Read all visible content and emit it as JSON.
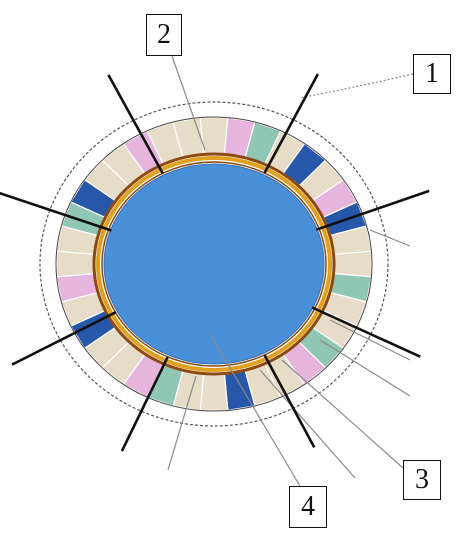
{
  "callouts": [
    {
      "id": "1",
      "label": "1"
    },
    {
      "id": "2",
      "label": "2"
    },
    {
      "id": "3",
      "label": "3"
    },
    {
      "id": "4",
      "label": "4"
    }
  ],
  "colors": {
    "core": "#4a90d9",
    "core_border": "#3a6fb0",
    "ring_gold": "#d89a1c",
    "ring_gold_dark": "#8a4a10",
    "segment_beige": "#e6dcc8",
    "segment_blue": "#2657a8",
    "segment_teal": "#8fc6b4",
    "segment_pink": "#e6b4dc",
    "outline": "#444444",
    "leader": "#888888",
    "spoke": "#111111"
  },
  "segment_pattern": [
    "beige",
    "pink",
    "teal",
    "beige",
    "blue",
    "beige",
    "pink",
    "blue",
    "beige",
    "beige",
    "teal",
    "beige",
    "beige",
    "teal",
    "pink",
    "beige",
    "beige",
    "blue",
    "beige",
    "beige",
    "teal",
    "pink",
    "beige",
    "beige",
    "blue",
    "beige",
    "pink",
    "beige",
    "beige",
    "teal",
    "blue",
    "beige",
    "beige",
    "pink",
    "beige",
    "beige"
  ]
}
